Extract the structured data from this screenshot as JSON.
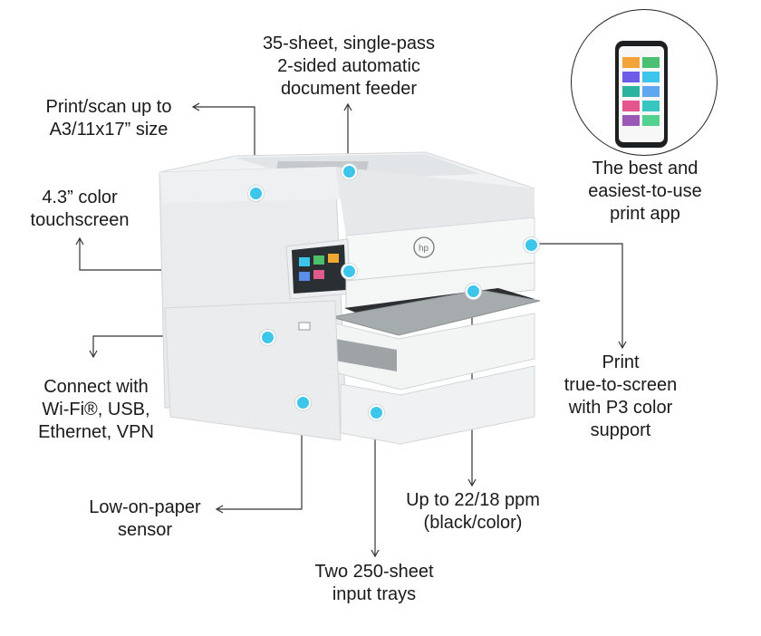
{
  "callouts": {
    "print_scan": [
      "Print/scan up to",
      "A3/11x17” size"
    ],
    "adf": [
      "35-sheet, single-pass",
      "2-sided automatic",
      "document feeder"
    ],
    "touchscreen": [
      "4.3” color",
      "touchscreen"
    ],
    "app": [
      "The best and",
      "easiest-to-use",
      "print app"
    ],
    "connect": [
      "Connect with",
      "Wi-Fi®, USB,",
      "Ethernet, VPN"
    ],
    "true_to_screen": [
      "Print",
      "true-to-screen",
      "with P3 color",
      "support"
    ],
    "speed": [
      "Up to 22/18 ppm",
      "(black/color)"
    ],
    "sensor": [
      "Low-on-paper",
      "sensor"
    ],
    "trays": [
      "Two 250-sheet",
      "input trays"
    ]
  },
  "brand": {
    "logo_text": "hp",
    "accent": "#3ec5ec",
    "printer_body": "#f2f3f3",
    "tray_color": "#9ea3a5"
  },
  "icons": [
    "printer-illustration",
    "smartphone-app-icon",
    "hp-logo"
  ]
}
